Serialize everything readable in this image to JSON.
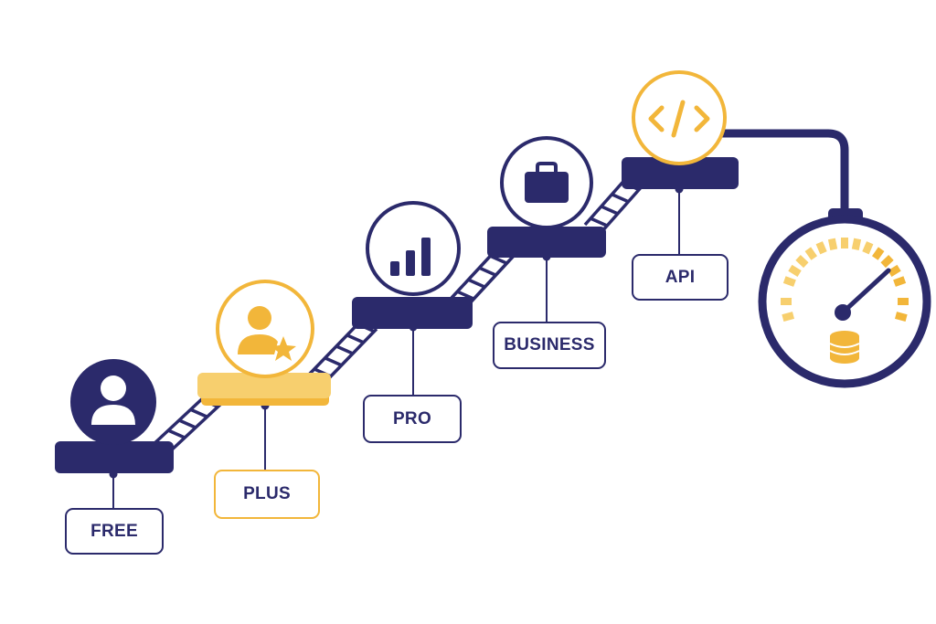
{
  "colors": {
    "navy": "#2b2a6b",
    "gold": "#f2b63a",
    "gold_light": "#f7cf6e",
    "background": "#ffffff"
  },
  "tiers": [
    {
      "id": "free",
      "label": "FREE",
      "icon": "user-icon",
      "highlighted": false
    },
    {
      "id": "plus",
      "label": "PLUS",
      "icon": "user-star-icon",
      "highlighted": true
    },
    {
      "id": "pro",
      "label": "PRO",
      "icon": "bar-chart-icon",
      "highlighted": false
    },
    {
      "id": "business",
      "label": "BUSINESS",
      "icon": "briefcase-icon",
      "highlighted": false
    },
    {
      "id": "api",
      "label": "API",
      "icon": "code-icon",
      "highlighted": false
    }
  ],
  "gauge": {
    "icon": "speedometer-icon",
    "sub_icon": "database-coins-icon"
  }
}
